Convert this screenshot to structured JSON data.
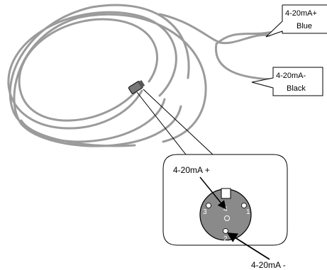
{
  "labels": {
    "blue_wire": {
      "signal": "4-20mA+",
      "color": "Blue"
    },
    "black_wire": {
      "signal": "4-20mA-",
      "color": "Black"
    },
    "connector_plus": "4-20mA +",
    "connector_minus": "4-20mA -"
  },
  "pins": {
    "p1": "1",
    "p2": "2",
    "p3": "3",
    "p4": "4"
  },
  "colors": {
    "cable": "#9b9b9b",
    "connector_face": "#8a8a8a",
    "pin": "#ffffff",
    "line": "#000000"
  }
}
